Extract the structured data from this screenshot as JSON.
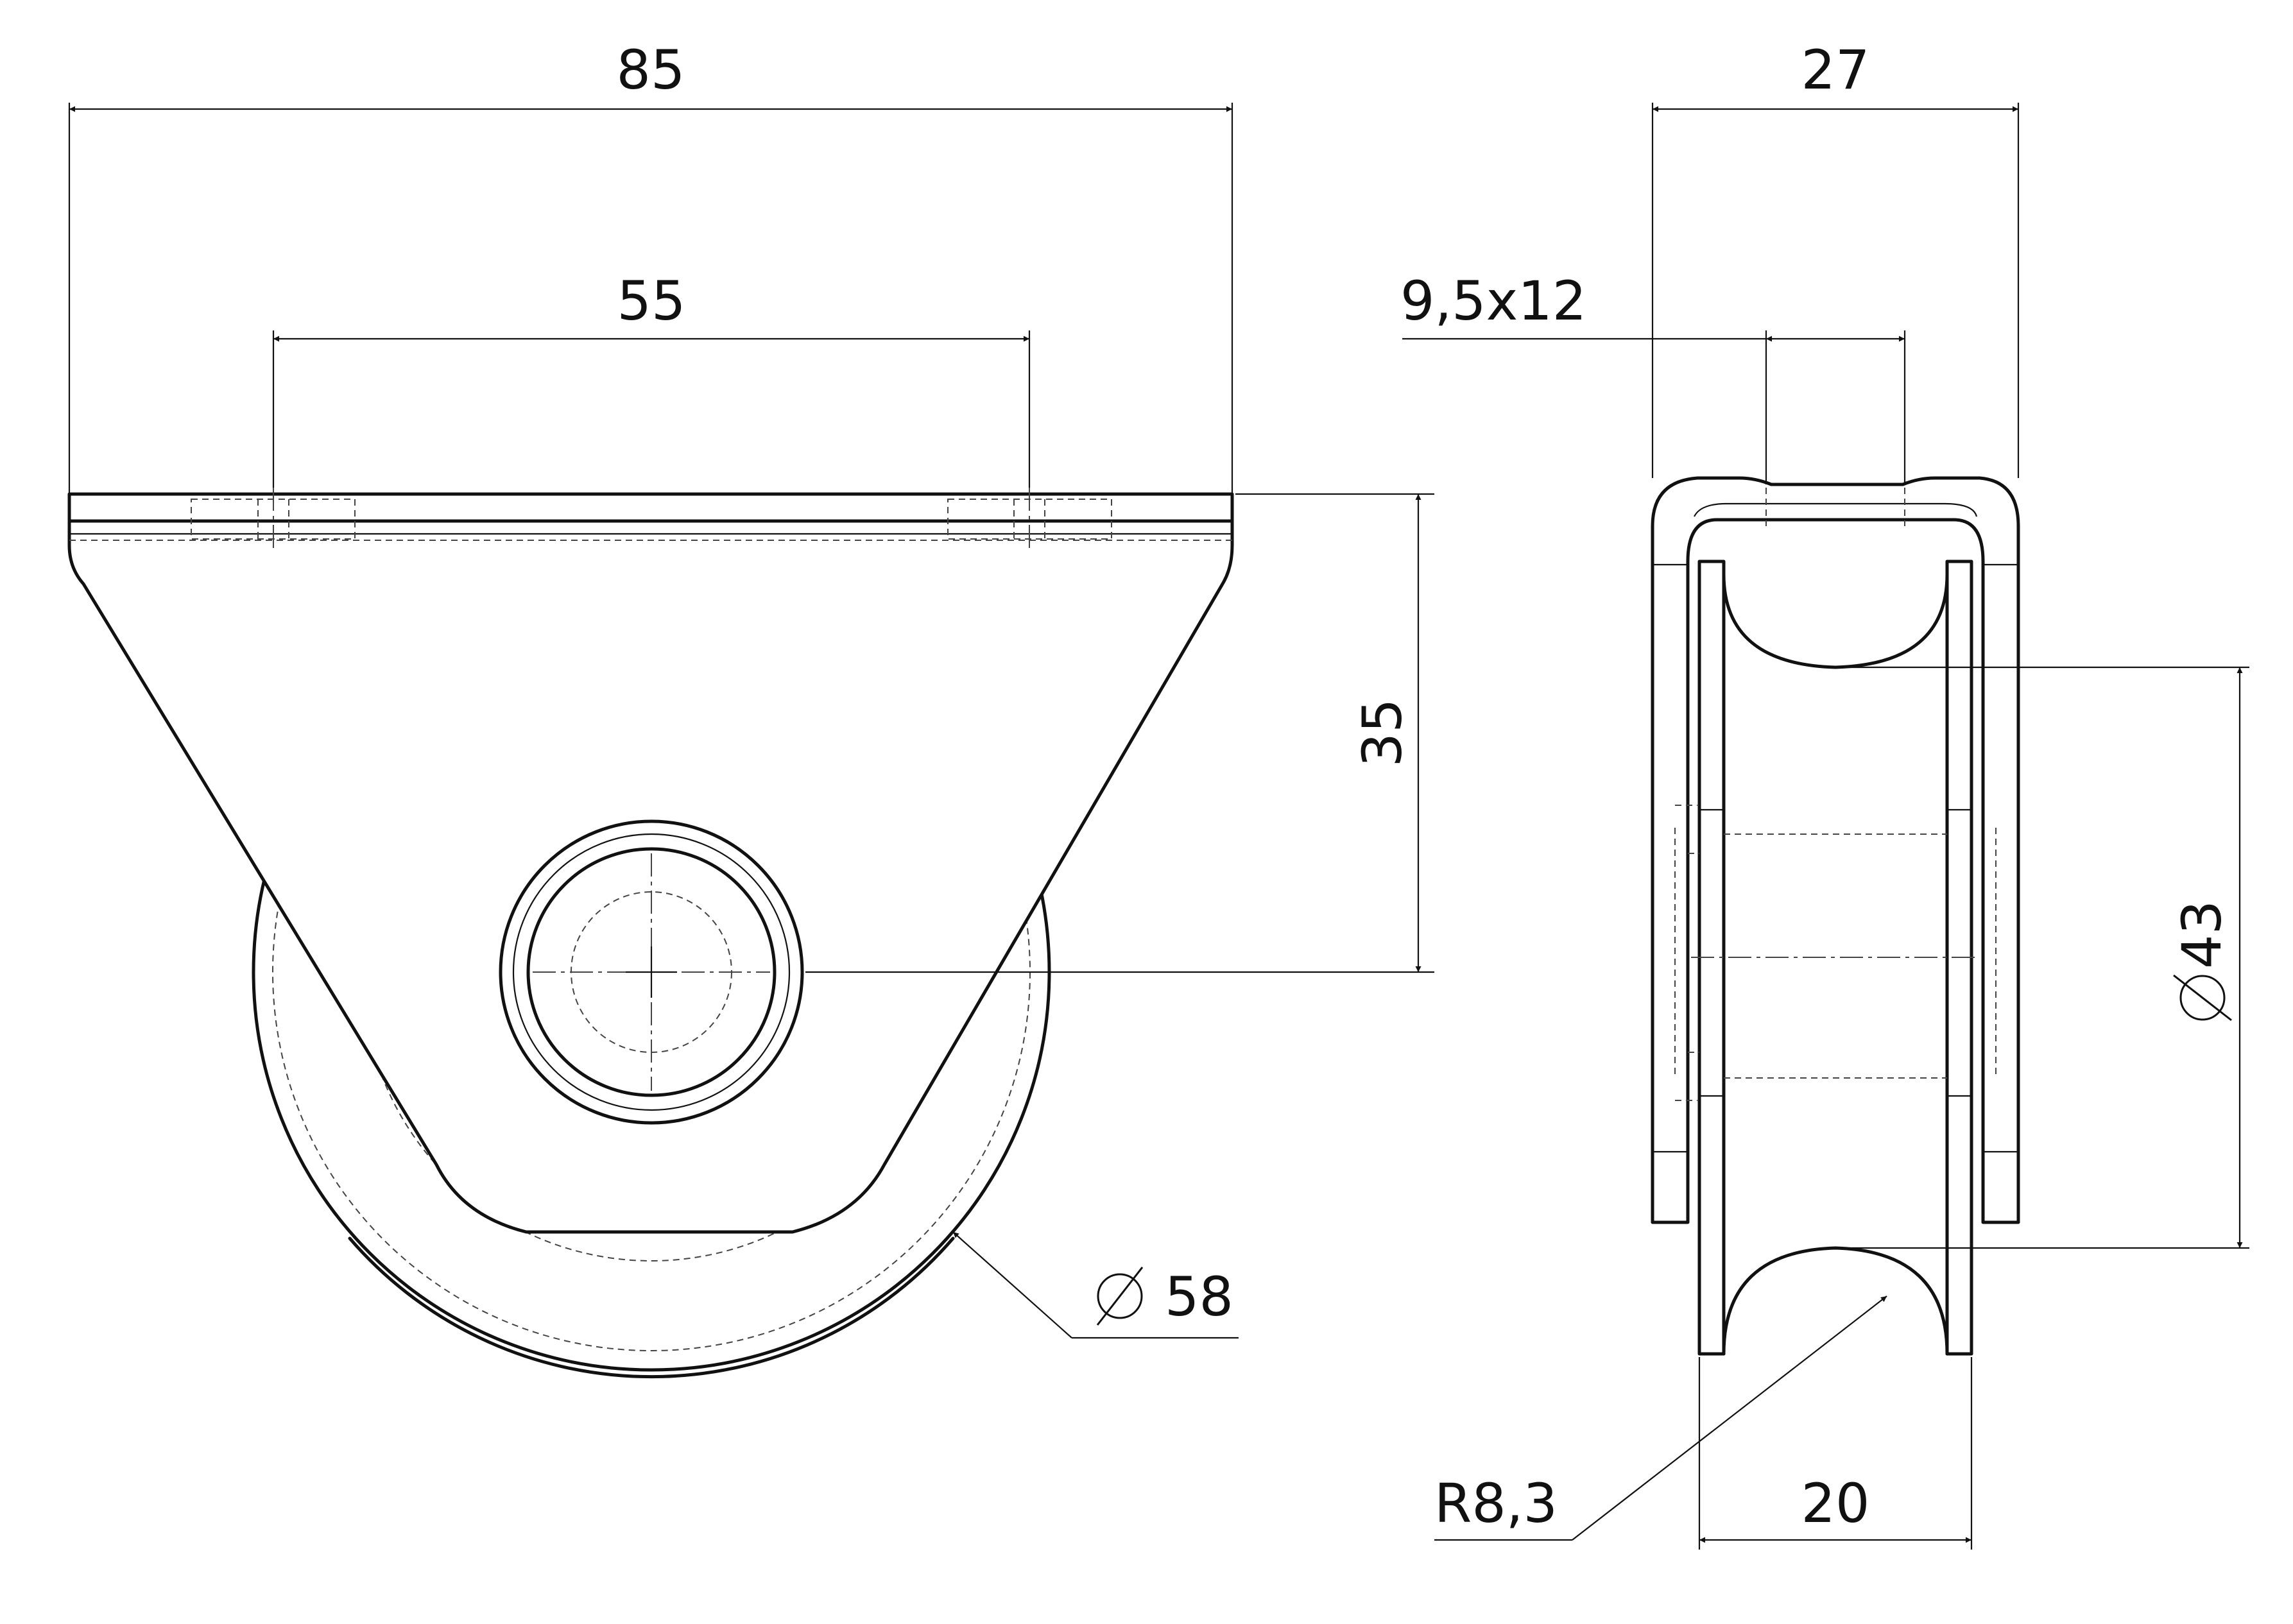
{
  "drawing": {
    "front_view": {
      "dimension_overall_width": "85",
      "dimension_hole_spacing": "55",
      "dimension_axle_height": "35",
      "dimension_wheel_diameter": "58",
      "diameter_symbol": "⌀"
    },
    "side_view": {
      "dimension_overall_width": "27",
      "dimension_slot": "9,5x12",
      "dimension_groove_diameter": "43",
      "dimension_groove_radius": "R8,3",
      "dimension_wheel_width": "20",
      "diameter_symbol": "⌀"
    }
  }
}
